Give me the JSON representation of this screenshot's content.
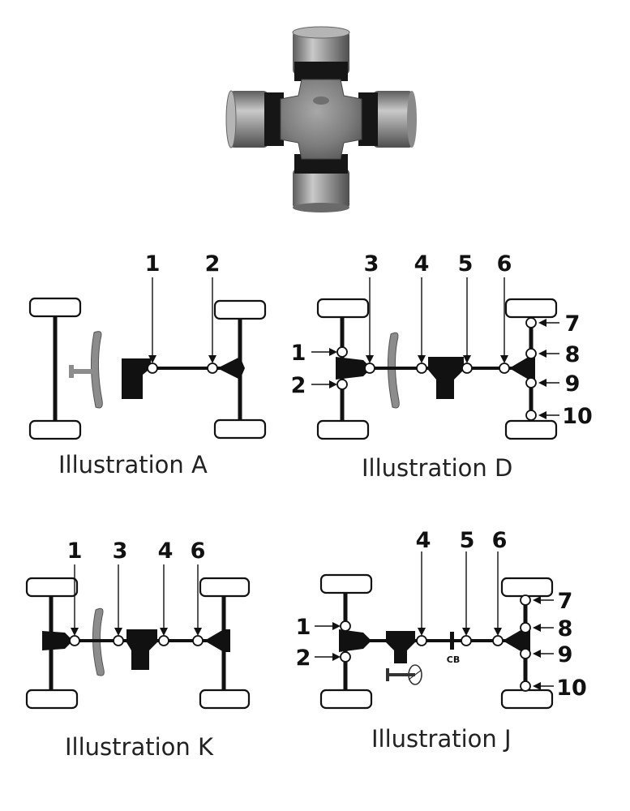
{
  "illustrations": {
    "a": {
      "caption": "Illustration A",
      "labels": [
        "1",
        "2"
      ]
    },
    "d": {
      "caption": "Illustration D",
      "labels": [
        "3",
        "4",
        "5",
        "6",
        "1",
        "2",
        "7",
        "8",
        "9",
        "10"
      ]
    },
    "k": {
      "caption": "Illustration K",
      "labels": [
        "1",
        "3",
        "4",
        "6"
      ]
    },
    "j": {
      "caption": "Illustration J",
      "labels": [
        "4",
        "5",
        "6",
        "1",
        "2",
        "7",
        "8",
        "9",
        "10"
      ],
      "center_bearing": "CB"
    }
  },
  "colors": {
    "ink": "#111111",
    "part_metal": "#7a7a7a",
    "ring": "#1a1a1a",
    "background": "#ffffff"
  }
}
